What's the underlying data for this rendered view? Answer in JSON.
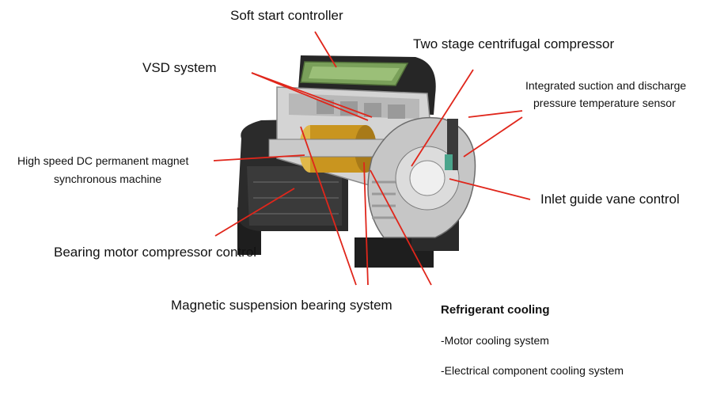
{
  "labels": {
    "soft_start": "Soft start controller",
    "two_stage": "Two stage centrifugal compressor",
    "vsd": "VSD system",
    "sensor_line1": "Integrated suction and discharge",
    "sensor_line2": "pressure temperature sensor",
    "dc_machine_line1": "High speed DC permanent magnet",
    "dc_machine_line2": "synchronous machine",
    "inlet_guide": "Inlet guide vane control",
    "bearing_motor": "Bearing motor compressor control",
    "magnetic_bearing": "Magnetic suspension bearing system",
    "refrigerant_title": "Refrigerant cooling",
    "refrigerant_item1": "-Motor cooling system",
    "refrigerant_item2": "-Electrical component cooling system"
  },
  "colors": {
    "leader": "#e0261b",
    "body_dark": "#2b2b2b",
    "body_mid": "#9a9a9a",
    "body_light": "#d9d9d9",
    "rotor": "#c9951f",
    "board": "#7aa05a"
  }
}
